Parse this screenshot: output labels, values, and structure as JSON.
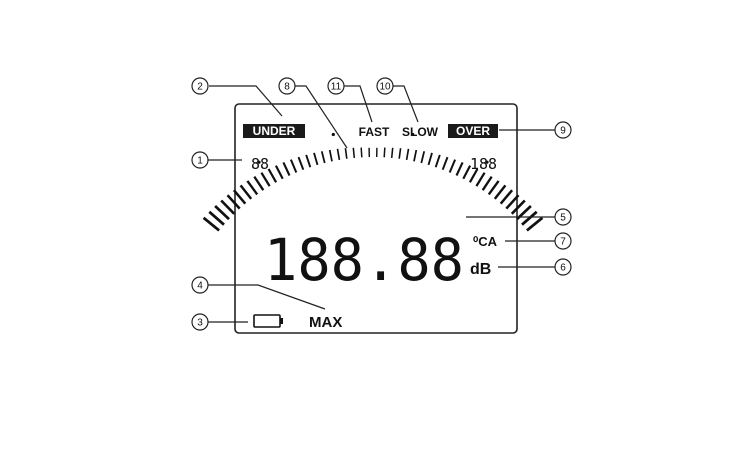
{
  "display": {
    "under_label": "UNDER",
    "over_label": "OVER",
    "fast_label": "FAST",
    "slow_label": "SLOW",
    "range_low": "88",
    "range_high": "188",
    "main_reading": "188.88",
    "weighting_label": "⁰CA",
    "unit_label": "dB",
    "max_label": "MAX",
    "battery_icon": "battery-icon"
  },
  "callouts": [
    "1",
    "2",
    "3",
    "4",
    "5",
    "6",
    "7",
    "8",
    "9",
    "10",
    "11"
  ],
  "colors": {
    "ink": "#111111",
    "badge": "#1a1a1a",
    "background": "#ffffff"
  }
}
